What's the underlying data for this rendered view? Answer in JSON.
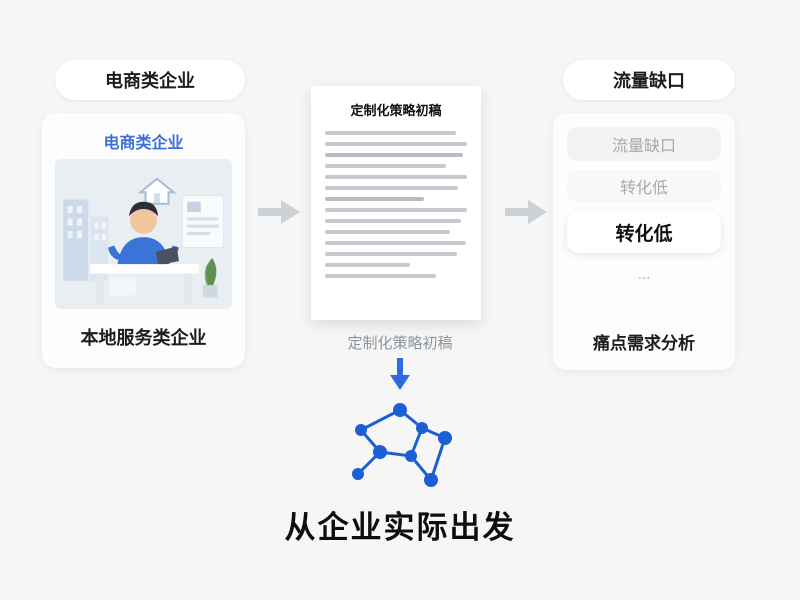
{
  "colors": {
    "background": "#f5f6f5",
    "accent_blue": "#2e6be0",
    "node_blue": "#1b5fd3",
    "arrow_gray": "#ccd1d6",
    "card_title_blue": "#3f6fd6"
  },
  "left": {
    "pill_label": "电商类企业",
    "card_title": "电商类企业",
    "card_caption": "本地服务类企业",
    "illustration": "person-at-desk-illustration"
  },
  "middle": {
    "doc_title": "定制化策略初稿",
    "doc_caption": "定制化策略初稿",
    "network_icon": "network-graph-icon",
    "headline": "从企业实际出发"
  },
  "right": {
    "pill_label": "流量缺口",
    "items": [
      {
        "label": "流量缺口",
        "style": "muted-bg"
      },
      {
        "label": "转化低",
        "style": "muted"
      },
      {
        "label": "转化低",
        "style": "emphasis"
      },
      {
        "label": "...",
        "style": "dots"
      }
    ],
    "caption": "痛点需求分析"
  }
}
